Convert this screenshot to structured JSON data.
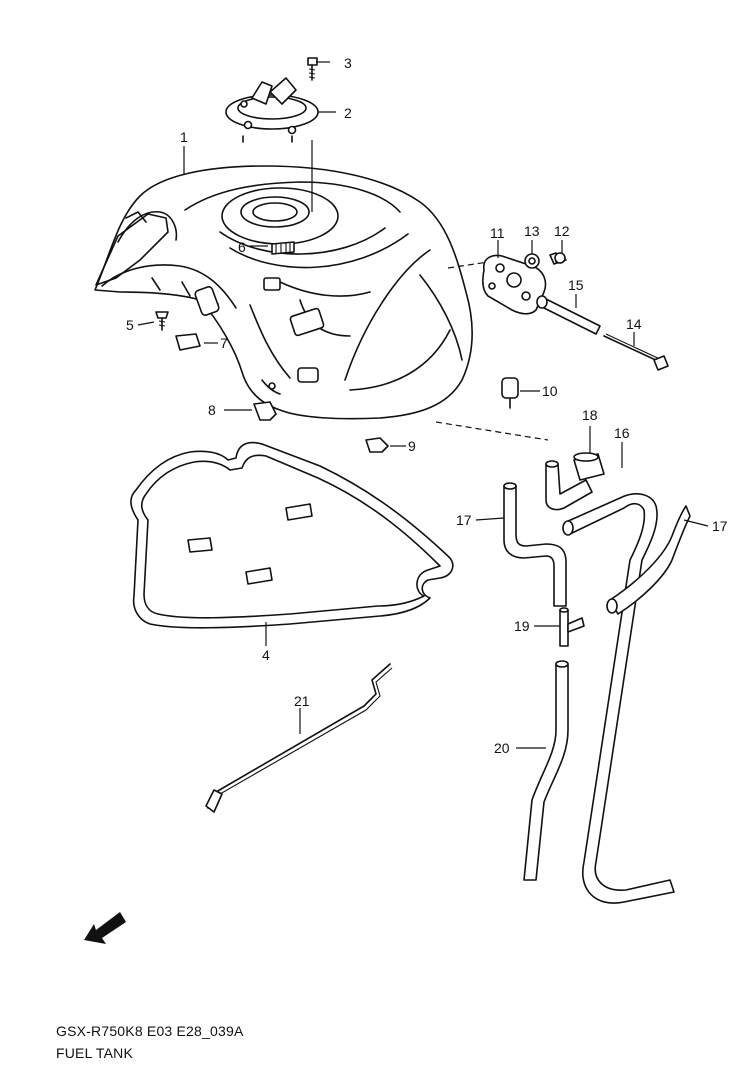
{
  "diagram": {
    "callouts": [
      {
        "id": "c1",
        "text": "1"
      },
      {
        "id": "c2",
        "text": "2"
      },
      {
        "id": "c3",
        "text": "3"
      },
      {
        "id": "c4",
        "text": "4"
      },
      {
        "id": "c5",
        "text": "5"
      },
      {
        "id": "c6",
        "text": "6"
      },
      {
        "id": "c7",
        "text": "7"
      },
      {
        "id": "c8",
        "text": "8"
      },
      {
        "id": "c9",
        "text": "9"
      },
      {
        "id": "c10",
        "text": "10"
      },
      {
        "id": "c11",
        "text": "11"
      },
      {
        "id": "c12",
        "text": "12"
      },
      {
        "id": "c13",
        "text": "13"
      },
      {
        "id": "c14",
        "text": "14"
      },
      {
        "id": "c15",
        "text": "15"
      },
      {
        "id": "c16",
        "text": "16"
      },
      {
        "id": "c17a",
        "text": "17"
      },
      {
        "id": "c17b",
        "text": "17"
      },
      {
        "id": "c18",
        "text": "18"
      },
      {
        "id": "c19",
        "text": "19"
      },
      {
        "id": "c20",
        "text": "20"
      },
      {
        "id": "c21",
        "text": "21"
      }
    ],
    "fwd_label": "FWD",
    "code": "GSX-R750K8 E03 E28_039A",
    "title": "FUEL TANK"
  }
}
